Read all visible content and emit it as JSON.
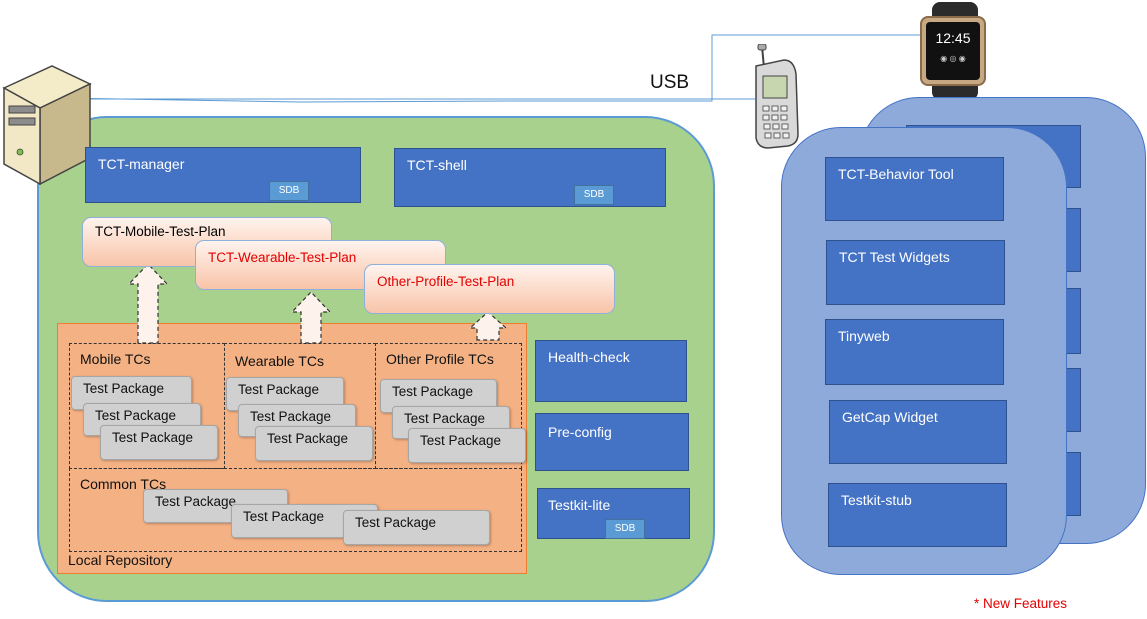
{
  "usb_label": "USB",
  "local_repo": {
    "title": "Local Repository",
    "groups": [
      {
        "label": "Mobile TCs",
        "packages": [
          "Test Package",
          "Test Package",
          "Test Package"
        ]
      },
      {
        "label": "Wearable TCs",
        "packages": [
          "Test Package",
          "Test Package",
          "Test Package"
        ]
      },
      {
        "label": "Other Profile TCs",
        "packages": [
          "Test Package",
          "Test Package",
          "Test Package"
        ]
      }
    ],
    "common": {
      "label": "Common TCs",
      "packages": [
        "Test Package",
        "Test Package",
        "Test Package"
      ]
    }
  },
  "host_components": {
    "tct_manager": {
      "label": "TCT-manager",
      "badge": "SDB"
    },
    "tct_shell": {
      "label": "TCT-shell",
      "badge": "SDB"
    },
    "health_check": {
      "label": "Health-check"
    },
    "pre_config": {
      "label": "Pre-config"
    },
    "testkit_lite": {
      "label": "Testkit-lite",
      "badge": "SDB"
    }
  },
  "test_plans": [
    {
      "label": "TCT-Mobile-Test-Plan",
      "new": false
    },
    {
      "label": "TCT-Wearable-Test-Plan",
      "new": true
    },
    {
      "label": "Other-Profile-Test-Plan",
      "new": true
    }
  ],
  "device_components": [
    {
      "label": "TCT-Behavior Tool"
    },
    {
      "label": "TCT Test Widgets"
    },
    {
      "label": "Tinyweb"
    },
    {
      "label": "GetCap Widget"
    },
    {
      "label": "Testkit-stub"
    }
  ],
  "watch_time": "12:45",
  "legend_note": "* New Features",
  "colors": {
    "new_feature": "#e30000",
    "host_bg": "#a9d18e",
    "component": "#4472c4",
    "device_bg": "#8eaadb",
    "repo": "#f4b183"
  }
}
